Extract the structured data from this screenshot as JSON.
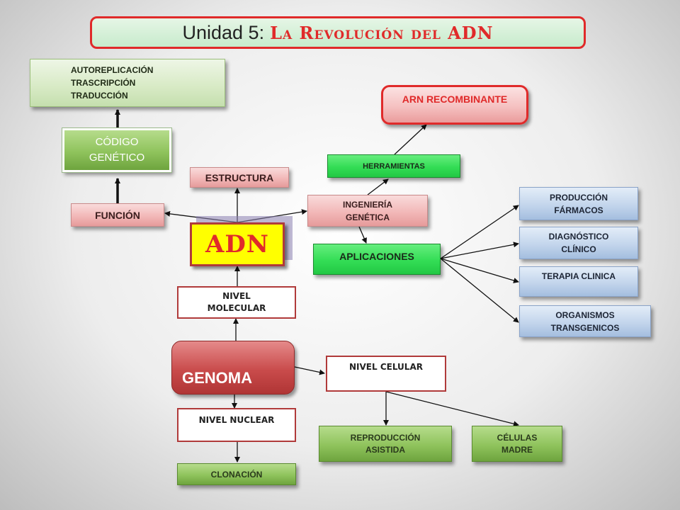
{
  "title": {
    "lead": "Unidad 5:",
    "main": "La Revolución del ADN"
  },
  "nodes": {
    "autoreplicacion": [
      "AUTOREPLICACIÓN",
      "TRASCRIPCIÓN",
      "TRADUCCIÓN"
    ],
    "codigo_genetico": [
      "CÓDIGO",
      "GENÉTICO"
    ],
    "funcion": "FUNCIÓN",
    "estructura": "ESTRUCTURA",
    "adn": "ADN",
    "nivel_molecular": [
      "NIVEL",
      "MOLECULAR"
    ],
    "genoma": "GENOMA",
    "nivel_nuclear": "NIVEL NUCLEAR",
    "clonacion": "CLONACIÓN",
    "nivel_celular": "NIVEL CELULAR",
    "reproduccion_asistida": [
      "REPRODUCCIÓN",
      "ASISTIDA"
    ],
    "celulas_madre": [
      "CÉLULAS",
      "MADRE"
    ],
    "arn_recombinante": "ARN RECOMBINANTE",
    "herramientas": "HERRAMIENTAS",
    "ingenieria_genetica": [
      "INGENIERÍA",
      "GENÉTICA"
    ],
    "aplicaciones": "APLICACIONES",
    "produccion_farmacos": [
      "PRODUCCIÓN",
      "FÁRMACOS"
    ],
    "diagnostico_clinico": [
      "DIAGNÓSTICO",
      "CLÍNICO"
    ],
    "terapia_clinica": "TERAPIA CLINICA",
    "organismos_transgenicos": [
      "ORGANISMOS",
      "TRANSGENICOS"
    ]
  },
  "colors": {
    "accent_red": "#e02a2a",
    "adn_fill": "#ffff00",
    "title_fill": "#c7ebcc",
    "herramientas_fill": "#33dd55"
  }
}
